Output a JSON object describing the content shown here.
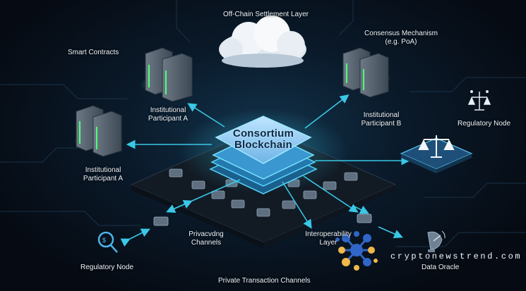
{
  "labels": {
    "top": "Off-Chain Settlement Layer",
    "smart_contracts": "Smart Contracts",
    "consensus_line1": "Consensus Mechanism",
    "consensus_line2": "(e.g. PoA)",
    "participant_a_top_line1": "Institutional",
    "participant_a_top_line2": "Participant A",
    "participant_b_line1": "Institutional",
    "participant_b_line2": "Participant B",
    "regulatory_node_right": "Regulatory Node",
    "participant_a_left_line1": "Institutional",
    "participant_a_left_line2": "Participant A",
    "core_line1": "Consortium",
    "core_line2": "Blockchain",
    "privacy_line1": "Privacvdng",
    "privacy_line2": "Channels",
    "interop_line1": "Interoperability",
    "interop_line2": "Layer",
    "regulatory_node_left": "Regulatory Node",
    "data_oracle": "Data Oracle",
    "bottom": "Private Transaction Channels"
  },
  "watermark": "cryptonewstrend.com",
  "colors": {
    "background": "#070d16",
    "accent_cyan": "#39c8e6",
    "server_green": "#4cff7a",
    "logo_blue": "#2f66c8",
    "logo_gold": "#f0b84a"
  },
  "icons": [
    "cloud-icon",
    "server-rack-icon",
    "scales-icon",
    "magnifier-icon",
    "satellite-dish-icon",
    "network-logo-icon"
  ]
}
